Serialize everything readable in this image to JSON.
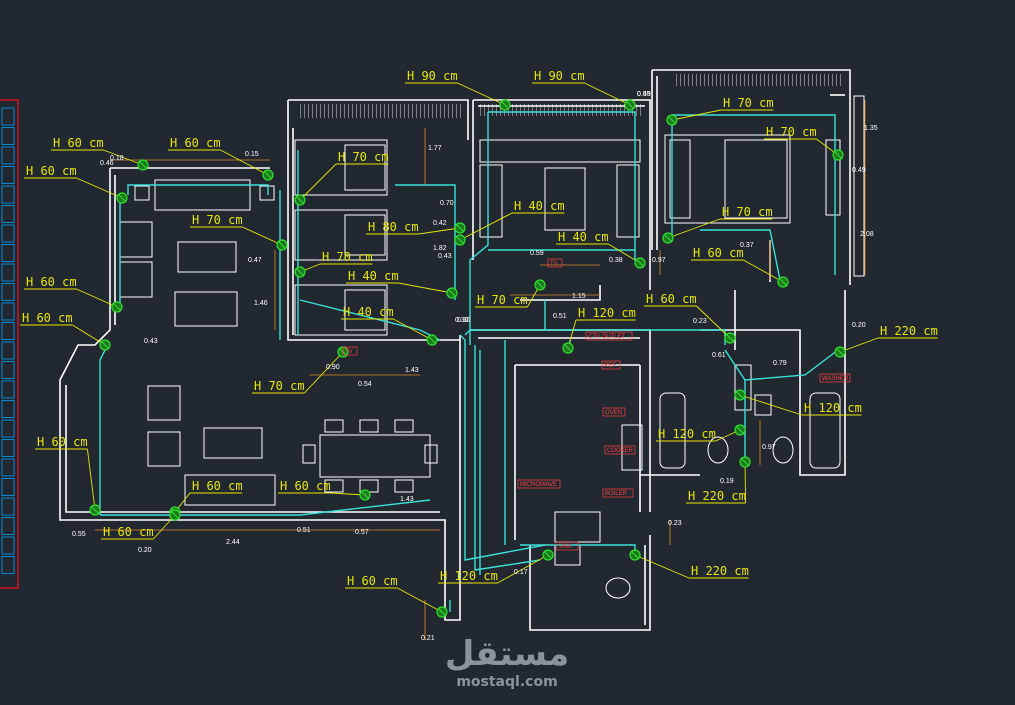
{
  "labels": [
    {
      "text": "H 90 cm"
    },
    {
      "text": "H 90 cm"
    },
    {
      "text": "H 70 cm"
    },
    {
      "text": "H 70 cm"
    },
    {
      "text": "H 60 cm"
    },
    {
      "text": "H 60 cm"
    },
    {
      "text": "H 60 cm"
    },
    {
      "text": "H 70 cm"
    },
    {
      "text": "H 70 cm"
    },
    {
      "text": "H 40 cm"
    },
    {
      "text": "H 80 cm"
    },
    {
      "text": "H 40 cm"
    },
    {
      "text": "H 70 cm"
    },
    {
      "text": "H 60 cm"
    },
    {
      "text": "H 60 cm"
    },
    {
      "text": "H 70 cm"
    },
    {
      "text": "H 40 cm"
    },
    {
      "text": "H 40 cm"
    },
    {
      "text": "H 70 cm"
    },
    {
      "text": "H 60 cm"
    },
    {
      "text": "H 120 cm"
    },
    {
      "text": "H 220 cm"
    },
    {
      "text": "H 60 cm"
    },
    {
      "text": "H 120 cm"
    },
    {
      "text": "H 70 cm"
    },
    {
      "text": "H 60 cm"
    },
    {
      "text": "H 120 cm"
    },
    {
      "text": "H 60 cm"
    },
    {
      "text": "H 60 cm"
    },
    {
      "text": "H 220 cm"
    },
    {
      "text": "H 60 cm"
    },
    {
      "text": "H 220 cm"
    },
    {
      "text": "H 60 cm"
    },
    {
      "text": "H 120 cm"
    }
  ],
  "dimensions": [
    "0.55",
    "0.49",
    "1.35",
    "0.18",
    "0.15",
    "0.46",
    "1.77",
    "0.70",
    "0.43",
    "0.47",
    "1.46",
    "0.30",
    "0.59",
    "1.15",
    "0.51",
    "0.37",
    "0.97",
    "2.08",
    "0.49",
    "0.23",
    "0.61",
    "0.79",
    "0.20",
    "0.43",
    "0.90",
    "0.54",
    "1.43",
    "1.43",
    "0.55",
    "0.20",
    "2.44",
    "0.51",
    "0.57",
    "0.97",
    "0.19",
    "0.23",
    "0.17",
    "0.21",
    "0.30",
    "0.38",
    "0.42",
    "1.82"
  ],
  "tags": [
    "REF",
    "OVEN",
    "COOKER",
    "MICROWAVE",
    "BOILER",
    "WASHER",
    "SINK",
    "CTV OUTLET",
    "TV",
    "TV"
  ],
  "watermark": {
    "brand": "مستقل",
    "url": "mostaql.com"
  },
  "colors": {
    "background": "#212830",
    "walls": "#ffffff",
    "wiring": "#3ae0d8",
    "labels": "#e6e600",
    "leaders": "#e6e600",
    "dimension_lines": "#e08a2a",
    "outlets": "#2ee02e",
    "tags": "#ff4040",
    "panel_border": "#d01020",
    "panel_cells": "#00a0ff"
  }
}
